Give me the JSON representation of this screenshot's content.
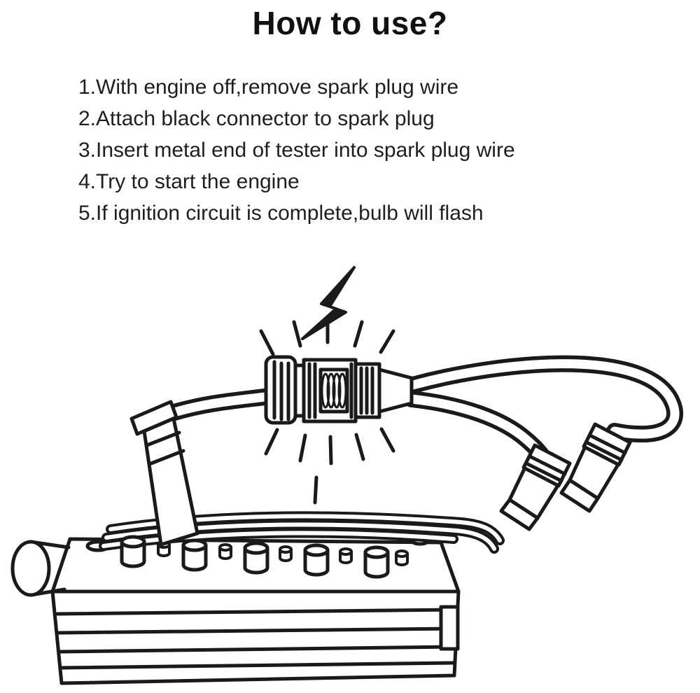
{
  "page": {
    "title": "How to use?"
  },
  "steps": [
    "1.With engine off,remove spark plug wire",
    "2.Attach black connector to spark plug",
    "3.Insert metal end of tester into spark plug wire",
    "4.Try to start the engine",
    "5.If ignition circuit is complete,bulb will flash"
  ],
  "colors": {
    "ink": "#1a1a1a",
    "background": "#ffffff"
  }
}
